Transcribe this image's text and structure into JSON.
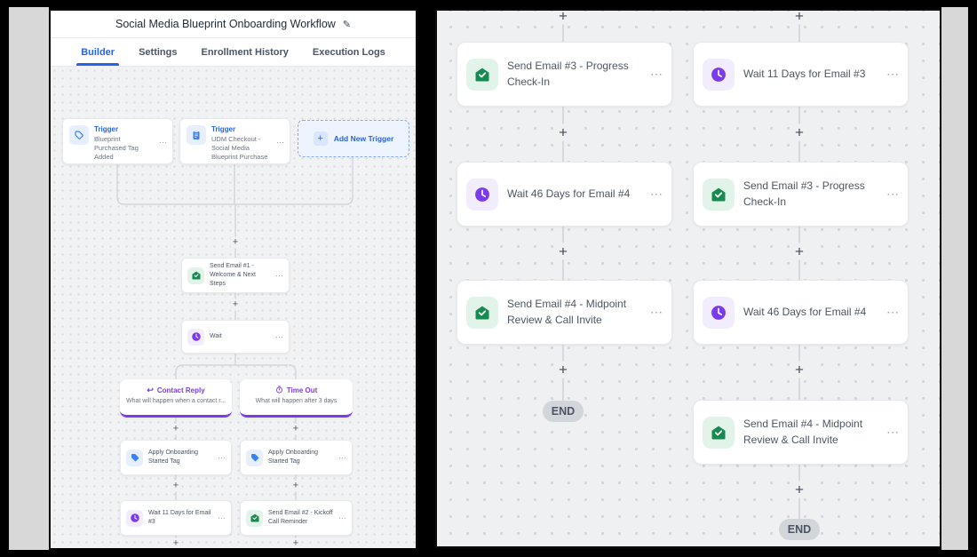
{
  "icons": {
    "menu": "⋯",
    "plus": "+",
    "pencil": "✎",
    "reply": "↩"
  },
  "colors": {
    "accent_blue": "#2563eb",
    "purple": "#7c3aed",
    "green": "#178a52",
    "canvas": "#f1f2f4"
  },
  "left_panel": {
    "title": "Social Media Blueprint Onboarding Workflow",
    "tabs": [
      {
        "label": "Builder",
        "active": true
      },
      {
        "label": "Settings",
        "active": false
      },
      {
        "label": "Enrollment History",
        "active": false
      },
      {
        "label": "Execution Logs",
        "active": false
      }
    ],
    "triggers": [
      {
        "heading": "Trigger",
        "label": "Blueprint Purchased Tag Added",
        "icon": "tag-icon"
      },
      {
        "heading": "Trigger",
        "label": "UDM Checkout - Social Media Blueprint Purchase",
        "icon": "clipboard-icon"
      }
    ],
    "add_trigger": {
      "label": "Add New Trigger"
    },
    "actions": [
      {
        "label": "Send Email #1 - Welcome & Next Steps",
        "icon": "email-icon"
      },
      {
        "label": "Wait",
        "icon": "clock-icon"
      },
      {
        "label": "Apply Onboarding Started Tag",
        "icon": "tag-icon"
      },
      {
        "label": "Apply Onboarding Started Tag",
        "icon": "tag-icon"
      },
      {
        "label": "Wait 11 Days for Email #3",
        "icon": "clock-icon"
      },
      {
        "label": "Send Email #2 - Kickoff Call Reminder",
        "icon": "email-icon"
      }
    ],
    "branches": [
      {
        "title": "Contact Reply",
        "subtitle": "What will happen when a contact r...",
        "icon": "reply-icon"
      },
      {
        "title": "Time Out",
        "subtitle": "What will happen after 3 days",
        "icon": "timer-icon"
      }
    ]
  },
  "right_panel": {
    "rows": [
      {
        "left": {
          "icon": "email-icon",
          "label": "Send Email #3 - Progress Check-In"
        },
        "right": {
          "icon": "clock-icon",
          "label": "Wait 11 Days for Email #3"
        }
      },
      {
        "left": {
          "icon": "clock-icon",
          "label": "Wait 46 Days for Email #4"
        },
        "right": {
          "icon": "email-icon",
          "label": "Send Email #3 - Progress Check-In"
        }
      },
      {
        "left": {
          "icon": "email-icon",
          "label": "Send Email #4 - Midpoint Review & Call Invite"
        },
        "right": {
          "icon": "clock-icon",
          "label": "Wait 46 Days for Email #4"
        }
      },
      {
        "left": {
          "icon": "end-marker",
          "label": "END"
        },
        "right": {
          "icon": "email-icon",
          "label": "Send Email #4 - Midpoint Review & Call Invite"
        }
      }
    ],
    "end_label": "END"
  }
}
